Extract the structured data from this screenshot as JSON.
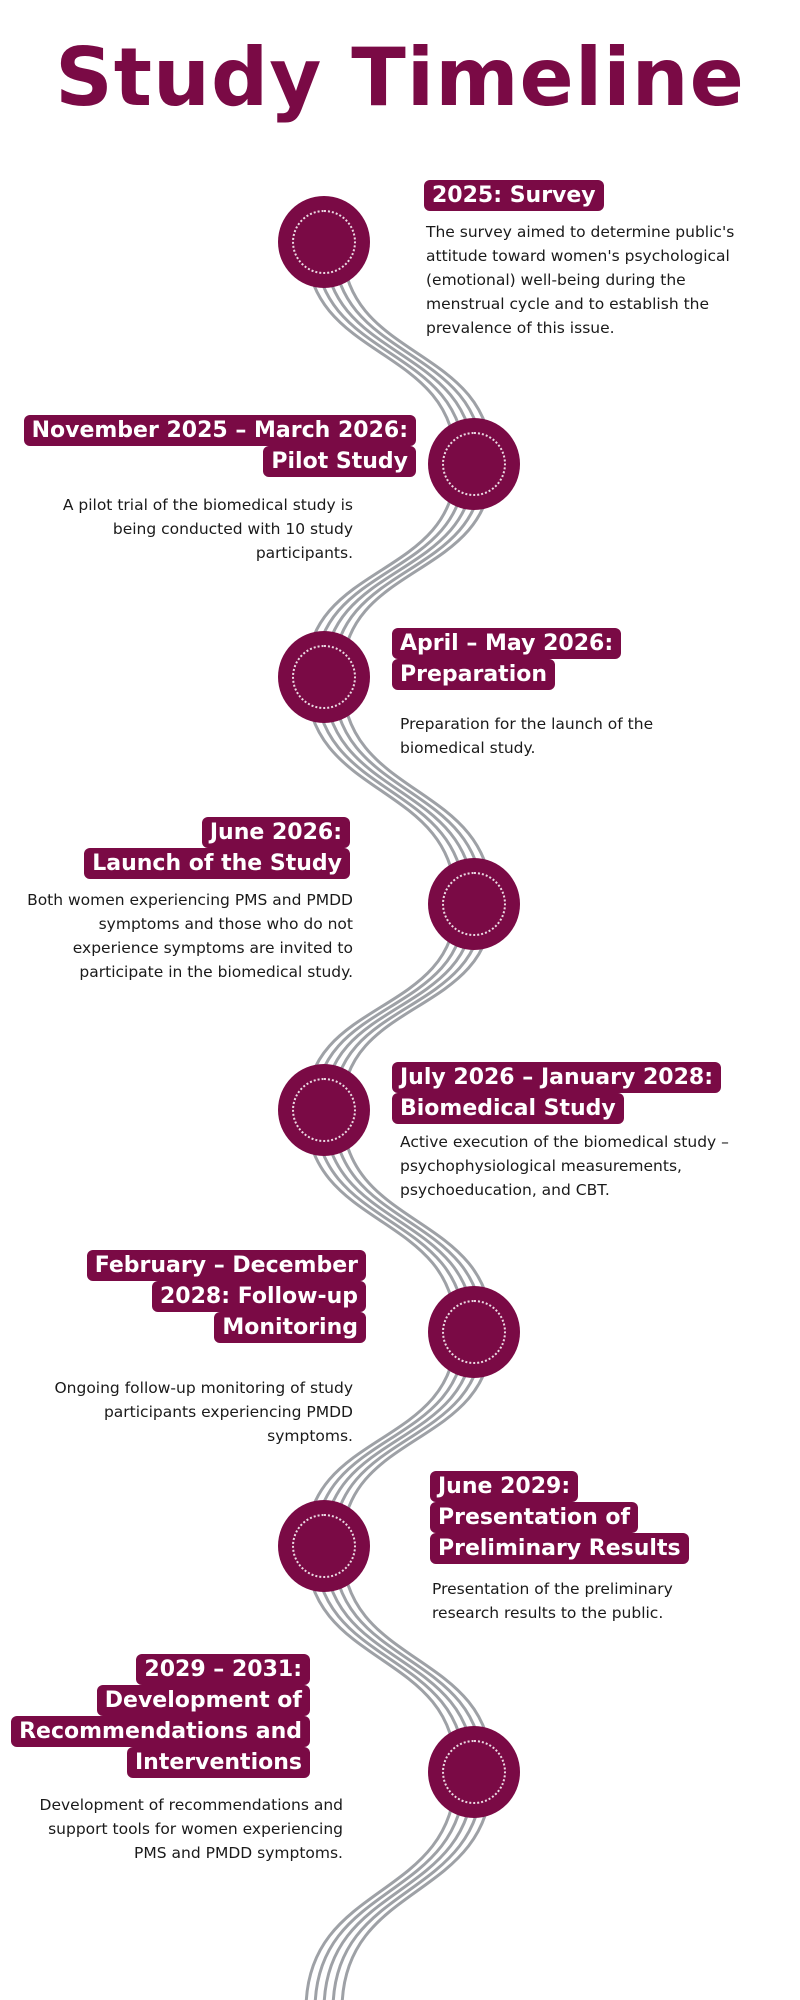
{
  "title": "Study Timeline",
  "colors": {
    "accent": "#7a0a45",
    "track": "#9ea1a6",
    "text": "#1a1a1a"
  },
  "items": [
    {
      "label_lines": [
        "2025: Survey"
      ],
      "description": "The survey aimed to determine public's attitude toward women's psychological (emotional) well-being during the menstrual cycle and to establish the prevalence of this issue."
    },
    {
      "label_lines": [
        "November 2025 – March 2026:",
        "Pilot Study"
      ],
      "description": "A pilot trial of the biomedical study is being conducted with 10 study participants."
    },
    {
      "label_lines": [
        "April – May 2026:",
        "Preparation"
      ],
      "description": "Preparation for the launch of the biomedical study."
    },
    {
      "label_lines": [
        "June 2026:",
        "Launch of the Study"
      ],
      "description": "Both women experiencing PMS and PMDD symptoms and those who do not experience symptoms are invited to participate in the biomedical study."
    },
    {
      "label_lines": [
        "July 2026 – January 2028:",
        "Biomedical Study"
      ],
      "description": "Active execution of the biomedical study – psychophysiological measurements, psychoeducation, and CBT."
    },
    {
      "label_lines": [
        "February – December",
        "2028: Follow-up",
        "Monitoring"
      ],
      "description": "Ongoing follow-up monitoring of study participants experiencing PMDD symptoms."
    },
    {
      "label_lines": [
        "June 2029:",
        "Presentation of",
        "Preliminary Results"
      ],
      "description": "Presentation of the preliminary research results to the public."
    },
    {
      "label_lines": [
        "2029 – 2031:",
        "Development of",
        "Recommendations and",
        "Interventions"
      ],
      "description": "Development of recommendations and support tools for women experiencing PMS and PMDD symptoms."
    }
  ]
}
